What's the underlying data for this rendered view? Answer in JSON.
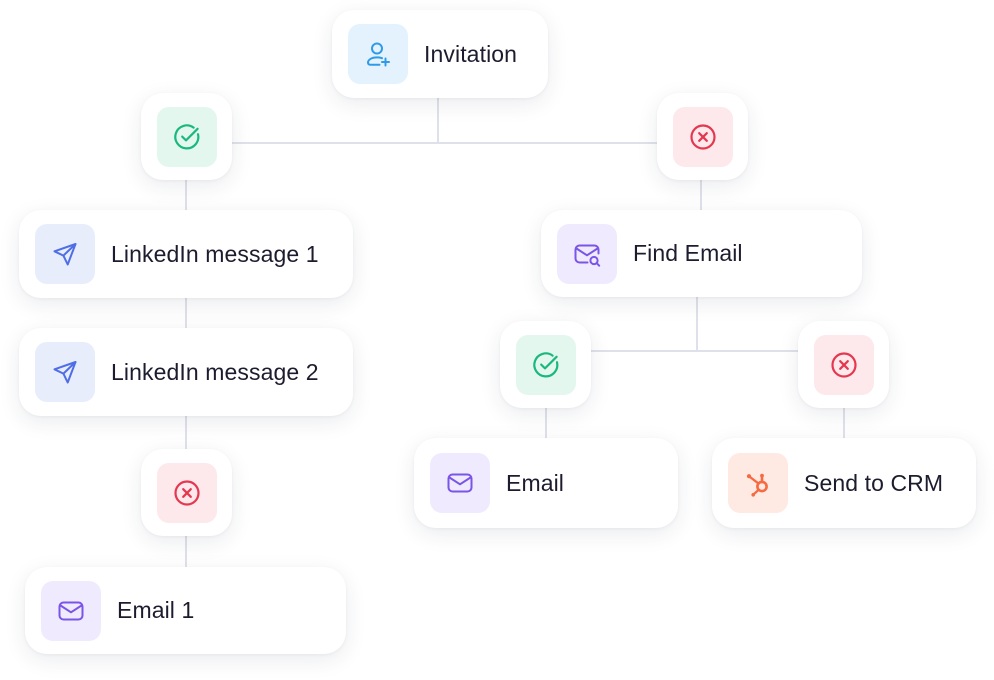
{
  "colors": {
    "connector": "#dfe1ea",
    "success_bg": "#e3f7ef",
    "success_fg": "#19b97e",
    "fail_bg": "#fde8ec",
    "fail_fg": "#e5374f",
    "user_bg": "#e4f2fd",
    "user_fg": "#2f9be8",
    "linkedin_bg": "#e8edfc",
    "linkedin_fg": "#4f6ee6",
    "mail_bg": "#efeafd",
    "mail_fg": "#7a55e6",
    "crm_bg": "#ffe9e3",
    "crm_fg": "#f56a3f"
  },
  "nodes": {
    "invitation": {
      "label": "Invitation",
      "icon": "user-plus-icon"
    },
    "linkedin_message_1": {
      "label": "LinkedIn message 1",
      "icon": "paper-plane-icon"
    },
    "linkedin_message_2": {
      "label": "LinkedIn message 2",
      "icon": "paper-plane-icon"
    },
    "email_1": {
      "label": "Email 1",
      "icon": "envelope-icon"
    },
    "find_email": {
      "label": "Find Email",
      "icon": "envelope-search-icon"
    },
    "email": {
      "label": "Email",
      "icon": "envelope-icon"
    },
    "send_to_crm": {
      "label": "Send to CRM",
      "icon": "hubspot-icon"
    }
  },
  "conditions": {
    "accepted": {
      "state": "success",
      "icon": "check-circle-icon"
    },
    "not_accepted": {
      "state": "fail",
      "icon": "x-circle-icon"
    },
    "no_reply": {
      "state": "fail",
      "icon": "x-circle-icon"
    },
    "email_found": {
      "state": "success",
      "icon": "check-circle-icon"
    },
    "email_not_found": {
      "state": "fail",
      "icon": "x-circle-icon"
    }
  }
}
